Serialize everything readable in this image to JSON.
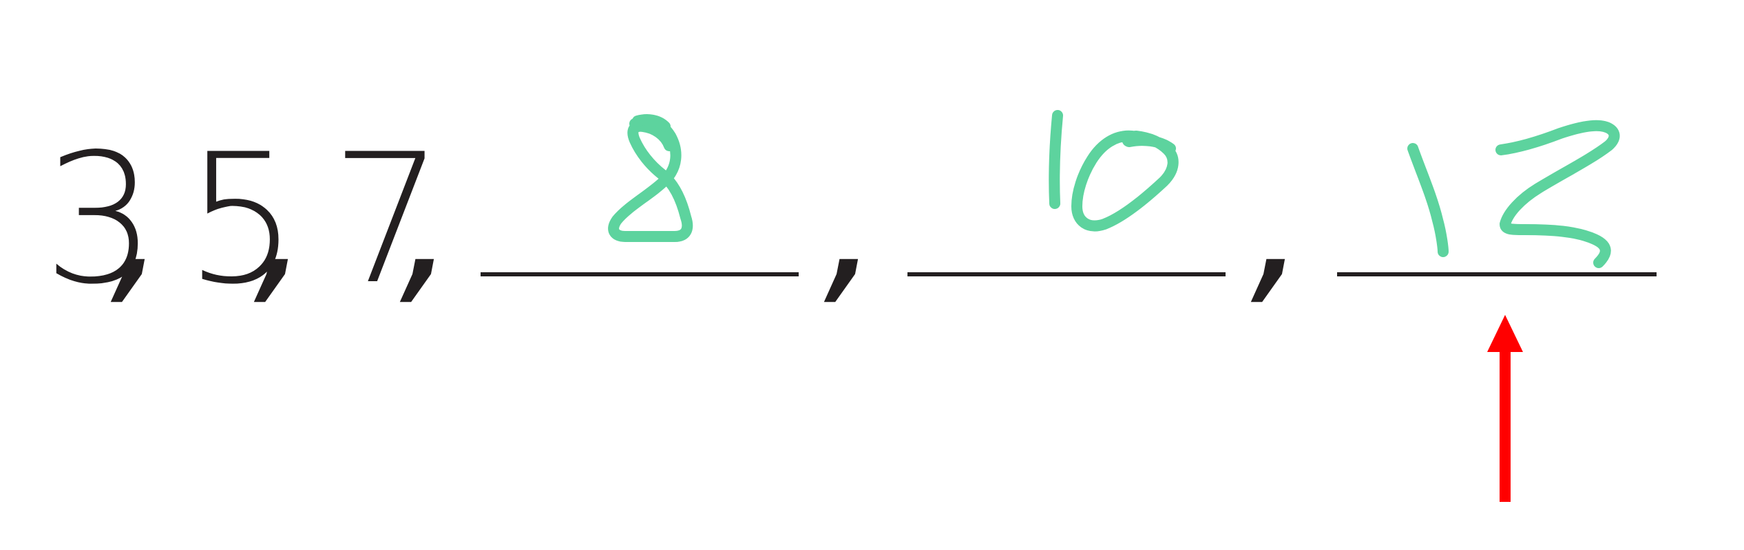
{
  "sequence": {
    "given_terms": [
      "3",
      "5",
      "7"
    ],
    "separator": ",",
    "blank_count": 3,
    "handwritten_answers": [
      "8",
      "10",
      "12"
    ]
  },
  "colors": {
    "printed_text": "#231f20",
    "handwriting": "#5dd39e",
    "arrow": "#ff0000"
  },
  "icons": {
    "pointer": "up-arrow-icon"
  }
}
